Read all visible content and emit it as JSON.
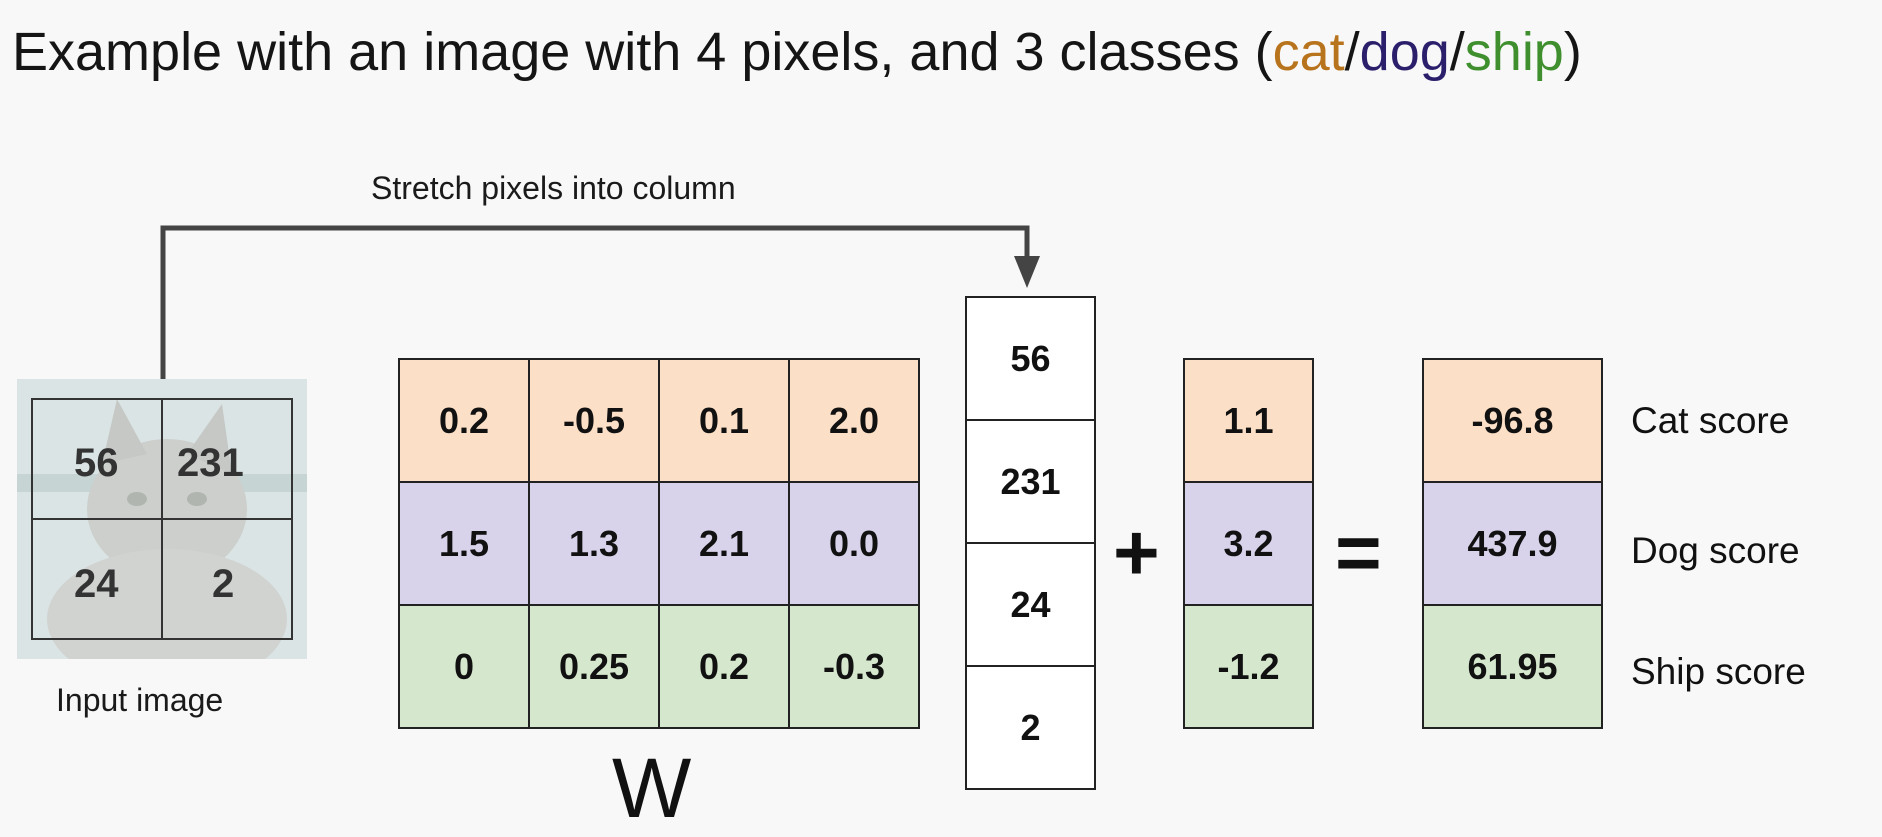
{
  "title": {
    "prefix": "Example with an image with 4 pixels, and 3 classes (",
    "cat": "cat",
    "sep1": "/",
    "dog": "dog",
    "sep2": "/",
    "ship": "ship",
    "suffix": ")"
  },
  "arrow_caption": "Stretch pixels into column",
  "input_caption": "Input image",
  "input_pixels": [
    "56",
    "231",
    "24",
    "2"
  ],
  "weights_label": "W",
  "weights": [
    [
      "0.2",
      "-0.5",
      "0.1",
      "2.0"
    ],
    [
      "1.5",
      "1.3",
      "2.1",
      "0.0"
    ],
    [
      "0",
      "0.25",
      "0.2",
      "-0.3"
    ]
  ],
  "column": [
    "56",
    "231",
    "24",
    "2"
  ],
  "plus": "+",
  "bias": [
    "1.1",
    "3.2",
    "-1.2"
  ],
  "equals": "=",
  "scores": [
    "-96.8",
    "437.9",
    "61.95"
  ],
  "score_labels": [
    "Cat score",
    "Dog score",
    "Ship score"
  ],
  "colors": {
    "cat": "#fbdfc6",
    "dog": "#d8d2ea",
    "ship": "#d5e8cd",
    "title_cat": "#b8741d",
    "title_dog": "#2b1f6b",
    "title_ship": "#3f8f2f"
  }
}
